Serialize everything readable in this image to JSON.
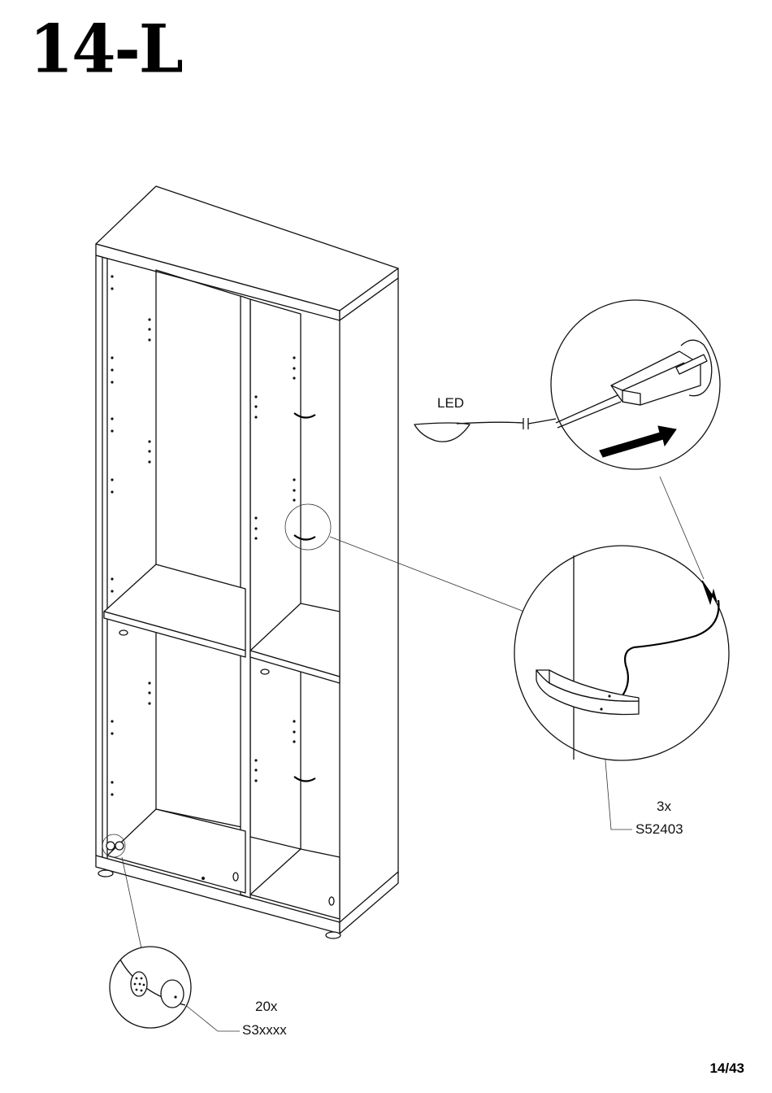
{
  "step": {
    "title": "14-L"
  },
  "labels": {
    "led": "LED",
    "clip_qty": "3x",
    "clip_code": "S52403",
    "cap_qty": "20x",
    "cap_code": "S3xxxx"
  },
  "footer": {
    "page": "14/43"
  }
}
